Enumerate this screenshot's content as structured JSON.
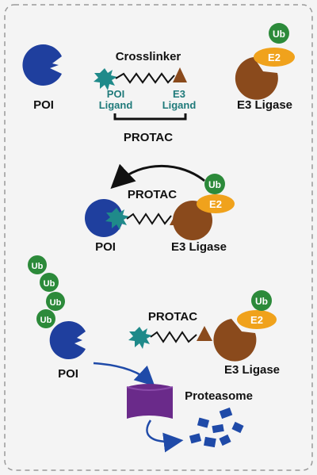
{
  "colors": {
    "poi": "#1f3f9e",
    "e3": "#8a4a1c",
    "e2": "#f0a21c",
    "ub": "#2c8a3a",
    "poi_ligand": "#1f8a8a",
    "proteasome": "#6a2a8a",
    "fragment": "#1f4aa8",
    "background": "#f4f4f4",
    "dashed_border": "#9a9a9a",
    "text_dark": "#111111",
    "text_teal": "#1f7a7a"
  },
  "panel1": {
    "crosslinker": "Crosslinker",
    "poi_ligand_line1": "POI",
    "poi_ligand_line2": "Ligand",
    "e3_ligand_line1": "E3",
    "e3_ligand_line2": "Ligand",
    "protac": "PROTAC",
    "poi": "POI",
    "e3_ligase": "E3 Ligase",
    "ub": "Ub",
    "e2": "E2"
  },
  "panel2": {
    "protac": "PROTAC",
    "poi": "POI",
    "e3_ligase": "E3 Ligase",
    "ub": "Ub",
    "e2": "E2"
  },
  "panel3": {
    "ub_chain": [
      "Ub",
      "Ub",
      "Ub",
      "Ub"
    ],
    "poi": "POI",
    "protac": "PROTAC",
    "e3_ligase": "E3 Ligase",
    "ub": "Ub",
    "e2": "E2",
    "proteasome": "Proteasome"
  }
}
